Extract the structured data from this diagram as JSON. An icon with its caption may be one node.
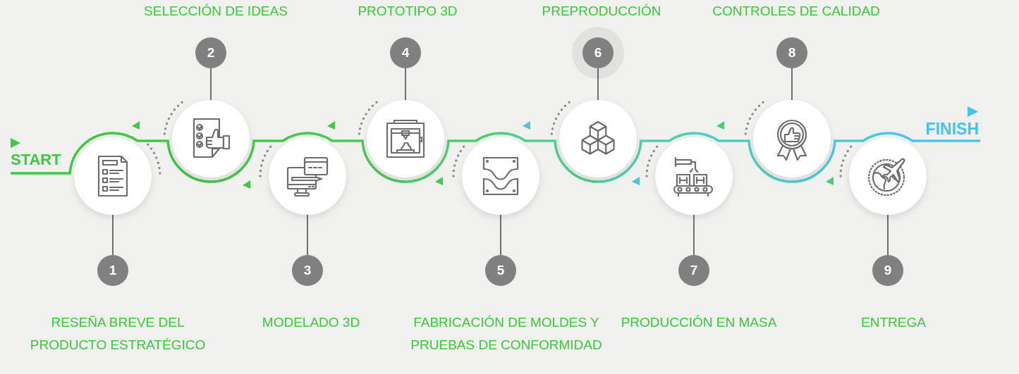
{
  "diagram": {
    "nodes": [
      {
        "text": [
          "START"
        ]
      },
      {
        "text": [],
        "shape": "circle"
      },
      {
        "text": [
          "1"
        ],
        "beside": [
          "RESEÑA BREVE DEL PRODUCTO ESTRATÉGICO"
        ]
      },
      {
        "text": [],
        "shape": "circle"
      },
      {
        "text": [
          "2"
        ],
        "beside": [
          "SELECCIÓN DE IDEAS"
        ]
      },
      {
        "text": [],
        "shape": "circle"
      },
      {
        "text": [
          "3"
        ],
        "beside": [
          "MODELADO 3D"
        ]
      },
      {
        "text": [],
        "shape": "circle"
      },
      {
        "text": [
          "4"
        ],
        "beside": [
          "PROTOTIPO 3D"
        ]
      },
      {
        "text": [],
        "shape": "circle"
      },
      {
        "text": [
          "5"
        ],
        "beside": [
          "FABRICACIÓN DE MOLDES Y PRUEBAS DE CONFORMIDAD"
        ]
      },
      {
        "text": [],
        "shape": "circle"
      },
      {
        "text": [
          "6"
        ],
        "beside": [
          "PREPRODUCCIÓN"
        ]
      },
      {
        "text": [],
        "shape": "circle"
      },
      {
        "text": [
          "7"
        ],
        "beside": [
          "PRODUCCIÓN EN MASA"
        ]
      },
      {
        "text": [],
        "shape": "circle"
      },
      {
        "text": [
          "8"
        ],
        "beside": [
          "CONTROLES DE CALIDAD"
        ]
      },
      {
        "text": [],
        "shape": "circle"
      },
      {
        "text": [
          "9"
        ],
        "beside": [
          "ENTREGA"
        ]
      },
      {
        "text": [
          "FINISH"
        ]
      }
    ],
    "edges": [
      {
        "from": 0,
        "to": 1,
        "arrow": "none",
        "color": "#3ec844"
      },
      {
        "from": 2,
        "to": 1,
        "arrow": "none"
      },
      {
        "from": 1,
        "to": 3,
        "arrow": "none",
        "color": "#3ec844"
      },
      {
        "from": 4,
        "to": 3,
        "arrow": "none"
      },
      {
        "from": 3,
        "to": 5,
        "arrow": "none",
        "color": "#42c94c"
      },
      {
        "from": 6,
        "to": 5,
        "arrow": "none"
      },
      {
        "from": 5,
        "to": 7,
        "arrow": "none",
        "color": "#46cb58"
      },
      {
        "from": 8,
        "to": 7,
        "arrow": "none"
      },
      {
        "from": 7,
        "to": 9,
        "arrow": "none",
        "color": "#4ace6e"
      },
      {
        "from": 10,
        "to": 9,
        "arrow": "none"
      },
      {
        "from": 9,
        "to": 11,
        "arrow": "none",
        "color": "#4ecf8e"
      },
      {
        "from": 12,
        "to": 11,
        "arrow": "none"
      },
      {
        "from": 11,
        "to": 13,
        "arrow": "none",
        "color": "#4ecfae"
      },
      {
        "from": 14,
        "to": 13,
        "arrow": "none"
      },
      {
        "from": 13,
        "to": 15,
        "arrow": "none",
        "color": "#4ecdc4"
      },
      {
        "from": 16,
        "to": 15,
        "arrow": "none"
      },
      {
        "from": 15,
        "to": 17,
        "arrow": "none",
        "color": "#4ccad8"
      },
      {
        "from": 18,
        "to": 17,
        "arrow": "none"
      },
      {
        "from": 17,
        "to": 19,
        "arrow": "none",
        "color": "#48c6ee"
      }
    ]
  }
}
